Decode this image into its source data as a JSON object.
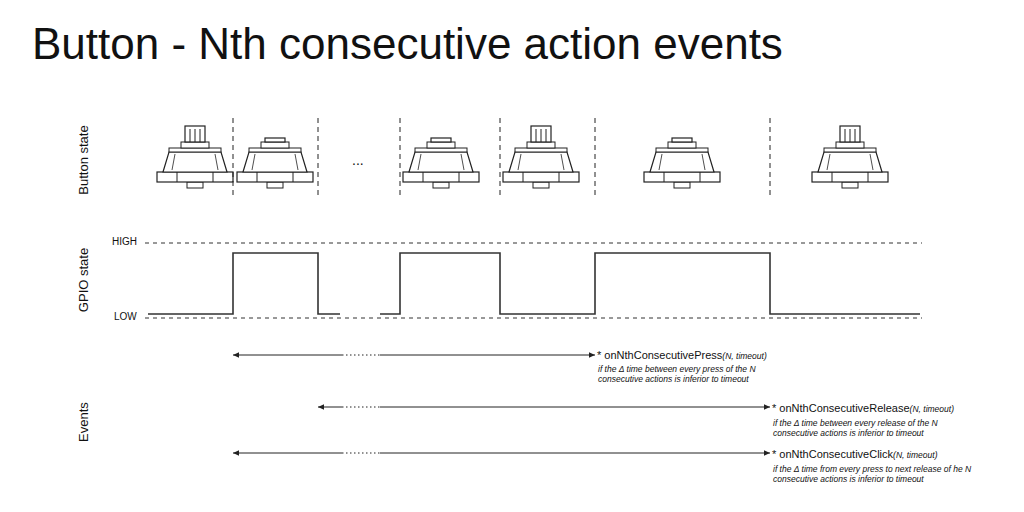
{
  "diagram": {
    "title": "Button - Nth consecutive action events",
    "labels": [
      "Button state",
      "GPIO state",
      "Events",
      "HIGH",
      "LOW",
      "...",
      "* onNthConsecutivePress",
      "(N, timeout)",
      "if the Δ time between every press of the N consecutive actions is inferior to timeout",
      "* onNthConsecutiveRelease",
      "(N, timeout)",
      "if the Δ time between every release of the N consecutive actions is inferior to timeout",
      "* onNthConsecutiveClick",
      "(N, timeout)",
      "if the Δ time from every press to next release  of he N consecutive actions is inferior to timeout"
    ]
  }
}
